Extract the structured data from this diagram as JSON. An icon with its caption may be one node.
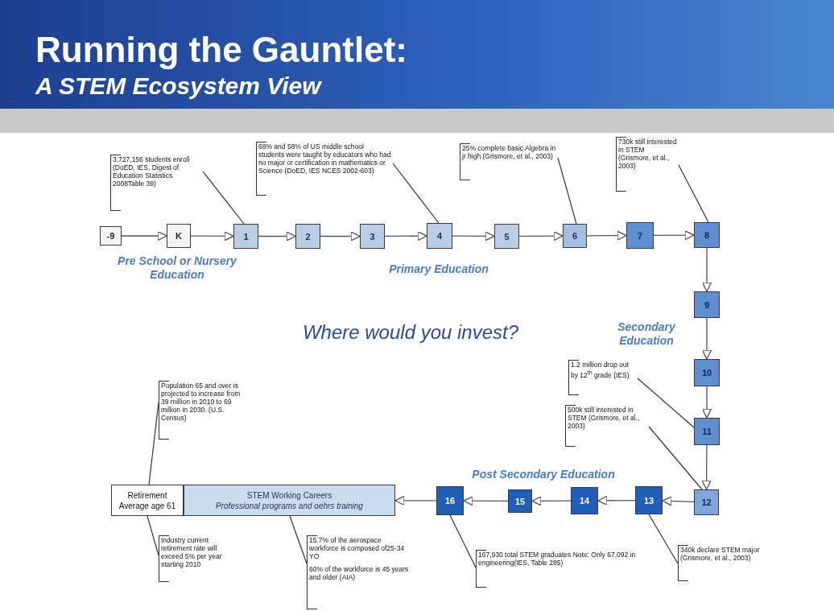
{
  "diagram": {
    "title": "Running the Gauntlet:",
    "nodes": [
      {
        "text": [
          "3,727,156 students enroll (DoED, IES, Digest of Education Statistics 2008Table 39)"
        ]
      },
      {
        "text": [
          "68% and 58% of US middle school students were taught by educators who had no major or certification in mathematics or Science (DoED, IES NCES 2002-603)"
        ]
      },
      {
        "text": [
          "25% complete basic Algebra in jr high (Grismore, et al., 2003)"
        ]
      },
      {
        "text": [
          "730k still interested in STEM (Grismore, et al., 2003)"
        ]
      },
      {
        "text": [
          "-9"
        ]
      },
      {
        "text": [
          "K"
        ]
      },
      {
        "text": [
          "1"
        ]
      },
      {
        "text": [
          "2"
        ]
      },
      {
        "text": [
          "3"
        ]
      },
      {
        "text": [
          "4"
        ]
      },
      {
        "text": [
          "5"
        ]
      },
      {
        "text": [
          "6"
        ]
      },
      {
        "text": [
          "7"
        ]
      },
      {
        "text": [
          "8"
        ]
      },
      {
        "text": [
          "9"
        ]
      },
      {
        "text": [
          "10"
        ]
      },
      {
        "text": [
          "11"
        ]
      },
      {
        "text": [
          "12"
        ]
      },
      {
        "text": [
          "13"
        ]
      },
      {
        "text": [
          "14"
        ]
      },
      {
        "text": [
          "15"
        ]
      },
      {
        "text": [
          "16"
        ]
      },
      {
        "text": [
          "STEM Working Careers",
          "Professional programs and oehrs training"
        ]
      },
      {
        "text": [
          "Retirement",
          "Average age 61"
        ]
      },
      {
        "text": [
          "1.2 million drop out by 12$^{th}$ grade (IES)"
        ]
      },
      {
        "text": [
          "500k still interested in STEM (Grismore, et al., 2003)"
        ]
      },
      {
        "text": [
          "Population 65 and over is projected to increase from 39 million in 2010 to 69 million in 2030. (U.S. Census)"
        ]
      },
      {
        "text": [
          "Industry current retirement rate will exceed 5% per year starting 2010"
        ]
      },
      {
        "text": [
          "15.7% of the aerospace workforce is composed of25-34 YO",
          "60% of the workforce is 45 years and older (AIA)"
        ]
      },
      {
        "text": [
          "167,930 total STEM graduates Note: Only 67,092 in engineering(IES, Table 285)"
        ]
      },
      {
        "text": [
          "340k declare STEM major (Grismore, et al., 2003)"
        ]
      }
    ],
    "edges": [
      {
        "from": 4,
        "to": 5,
        "arrow": "to"
      },
      {
        "from": 5,
        "to": 6,
        "arrow": "to"
      },
      {
        "from": 6,
        "to": 7,
        "arrow": "to"
      },
      {
        "from": 7,
        "to": 8,
        "arrow": "to"
      },
      {
        "from": 8,
        "to": 9,
        "arrow": "to"
      },
      {
        "from": 9,
        "to": 10,
        "arrow": "to"
      },
      {
        "from": 10,
        "to": 11,
        "arrow": "to"
      },
      {
        "from": 11,
        "to": 12,
        "arrow": "to"
      },
      {
        "from": 12,
        "to": 13,
        "arrow": "to"
      },
      {
        "from": 13,
        "to": 14,
        "arrow": "to"
      },
      {
        "from": 14,
        "to": 15,
        "arrow": "to"
      },
      {
        "from": 15,
        "to": 16,
        "arrow": "to"
      },
      {
        "from": 16,
        "to": 17,
        "arrow": "to"
      },
      {
        "from": 17,
        "to": 18,
        "arrow": "to"
      },
      {
        "from": 18,
        "to": 19,
        "arrow": "to"
      },
      {
        "from": 19,
        "to": 20,
        "arrow": "to"
      },
      {
        "from": 20,
        "to": 21,
        "arrow": "to"
      },
      {
        "from": 21,
        "to": 22,
        "arrow": "to"
      },
      {
        "from": 0,
        "to": 6,
        "arrow": "none"
      },
      {
        "from": 1,
        "to": 9,
        "arrow": "none"
      },
      {
        "from": 2,
        "to": 11,
        "arrow": "none"
      },
      {
        "from": 3,
        "to": 13,
        "arrow": "none"
      },
      {
        "from": 24,
        "to": 16,
        "arrow": "none"
      },
      {
        "from": 25,
        "to": 17,
        "arrow": "none"
      },
      {
        "from": 26,
        "to": 23,
        "arrow": "none"
      },
      {
        "from": 27,
        "to": 23,
        "arrow": "none"
      },
      {
        "from": 28,
        "to": 22,
        "arrow": "none"
      },
      {
        "from": 29,
        "to": 21,
        "arrow": "none"
      },
      {
        "from": 30,
        "to": 18,
        "arrow": "none"
      }
    ],
    "labels": [
      "A STEM Ecosystem View",
      "Pre School or Nursery Education",
      "Primary Education",
      "Where would you invest?",
      "Secondary Education",
      "Post Secondary Education"
    ]
  }
}
